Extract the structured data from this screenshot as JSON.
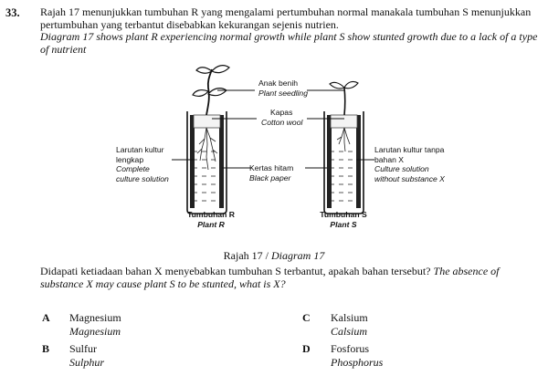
{
  "question": {
    "number": "33.",
    "stem_ms": "Rajah 17 menunjukkan tumbuhan R yang mengalami pertumbuhan normal manakala tumbuhan S menunjukkan pertumbuhan yang terbantut disebabkan kekurangan sejenis nutrien.",
    "stem_en": "Diagram 17 shows plant R experiencing normal growth while plant S show stunted growth due to a lack of a type of nutrient"
  },
  "diagram": {
    "labels": {
      "seedling_ms": "Anak benih",
      "seedling_en": "Plant seedling",
      "cotton_ms": "Kapas",
      "cotton_en": "Cotton wool",
      "complete_ms_1": "Larutan kultur",
      "complete_ms_2": "lengkap",
      "complete_en_1": "Complete",
      "complete_en_2": "culture solution",
      "paper_ms": "Kertas hitam",
      "paper_en": "Black paper",
      "nox_ms_1": "Larutan kultur tanpa",
      "nox_ms_2": "bahan X",
      "nox_en_1": "Culture solution",
      "nox_en_2": "without substance X",
      "plant_r_ms": "Tumbuhan R",
      "plant_r_en": "Plant R",
      "plant_s_ms": "Tumbuhan S",
      "plant_s_en": "Plant S"
    },
    "caption_ms": "Rajah 17 /",
    "caption_en": "Diagram 17"
  },
  "prompt": {
    "ms": "Didapati ketiadaan bahan X menyebabkan tumbuhan S terbantut, apakah bahan tersebut?",
    "en": "The absence of substance X may cause plant S to be stunted, what is X?"
  },
  "options": [
    {
      "letter": "A",
      "ms": "Magnesium",
      "en": "Magnesium"
    },
    {
      "letter": "B",
      "ms": "Sulfur",
      "en": "Sulphur"
    },
    {
      "letter": "C",
      "ms": "Kalsium",
      "en": "Calsium"
    },
    {
      "letter": "D",
      "ms": "Fosforus",
      "en": "Phosphorus"
    }
  ]
}
